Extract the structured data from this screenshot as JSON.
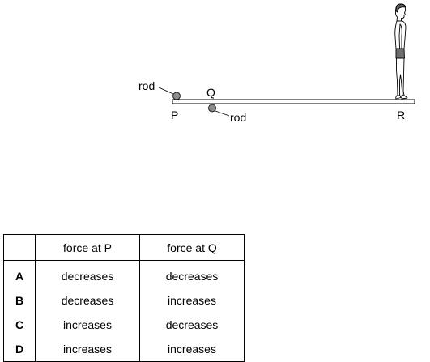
{
  "diagram": {
    "labels": {
      "rod_upper": "rod",
      "rod_lower": "rod",
      "p": "P",
      "q": "Q",
      "r": "R"
    }
  },
  "table": {
    "headers": [
      "",
      "force at P",
      "force at Q"
    ],
    "rows": [
      {
        "option": "A",
        "p": "decreases",
        "q": "decreases"
      },
      {
        "option": "B",
        "p": "decreases",
        "q": "increases"
      },
      {
        "option": "C",
        "p": "increases",
        "q": "decreases"
      },
      {
        "option": "D",
        "p": "increases",
        "q": "increases"
      }
    ]
  }
}
